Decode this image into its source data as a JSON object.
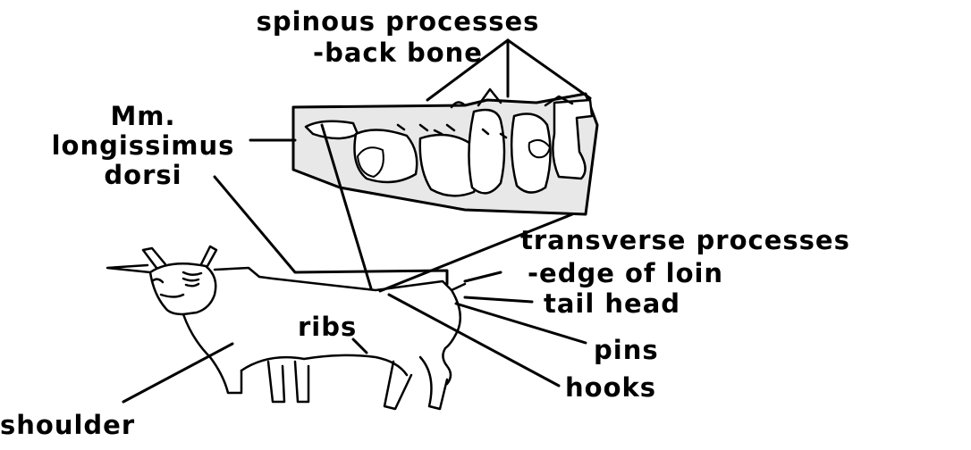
{
  "labels": {
    "spinous_line1": "spinous processes",
    "spinous_line2": "-back bone",
    "longissimus_line1": "Mm.",
    "longissimus_line2": "longissimus",
    "longissimus_line3": "dorsi",
    "transverse_line1": "transverse processes",
    "transverse_line2": "-edge of loin",
    "tail_head": "tail head",
    "ribs": "ribs",
    "pins": "pins",
    "hooks": "hooks",
    "shoulder": "shoulder"
  },
  "colors": {
    "ink": "#000000",
    "bone_fill": "#e8e8e8",
    "background": "#ffffff"
  }
}
